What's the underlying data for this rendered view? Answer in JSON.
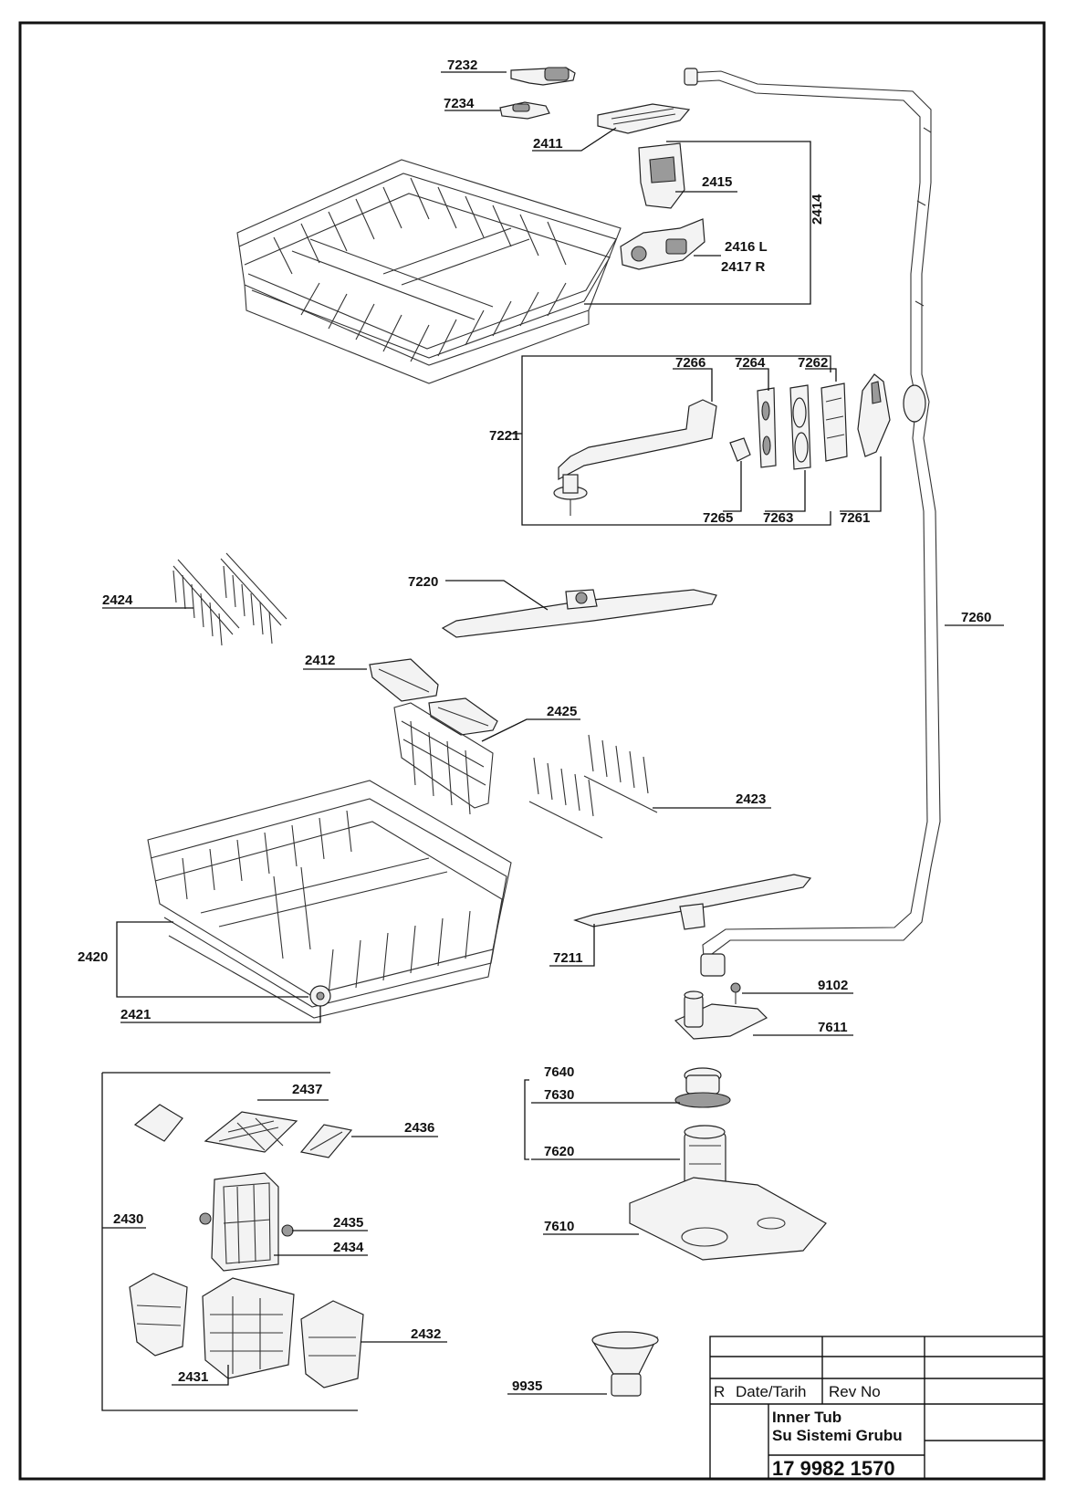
{
  "labels": {
    "p7232": "7232",
    "p7234": "7234",
    "p2411": "2411",
    "p2415": "2415",
    "p2414": "2414",
    "p2416": "2416 L",
    "p2417": "2417 R",
    "p7266": "7266",
    "p7264": "7264",
    "p7262": "7262",
    "p7221": "7221",
    "p7265": "7265",
    "p7263": "7263",
    "p7261": "7261",
    "p7220": "7220",
    "p2424": "2424",
    "p2412": "2412",
    "p2425": "2425",
    "p2423": "2423",
    "p7260": "7260",
    "p7211": "7211",
    "p2420": "2420",
    "p2421": "2421",
    "p9102": "9102",
    "p7611": "7611",
    "p7640": "7640",
    "p7630": "7630",
    "p7620": "7620",
    "p7610": "7610",
    "p2437": "2437",
    "p2436": "2436",
    "p2430": "2430",
    "p2435": "2435",
    "p2434": "2434",
    "p2432": "2432",
    "p2431": "2431",
    "p9935": "9935"
  },
  "title_block": {
    "rev_col": "R",
    "date_col": "Date/Tarih",
    "revno_col": "Rev No",
    "title_en": "Inner Tub",
    "title_tr": "Su Sistemi Grubu",
    "drawing_no": "17 9982 1570"
  }
}
